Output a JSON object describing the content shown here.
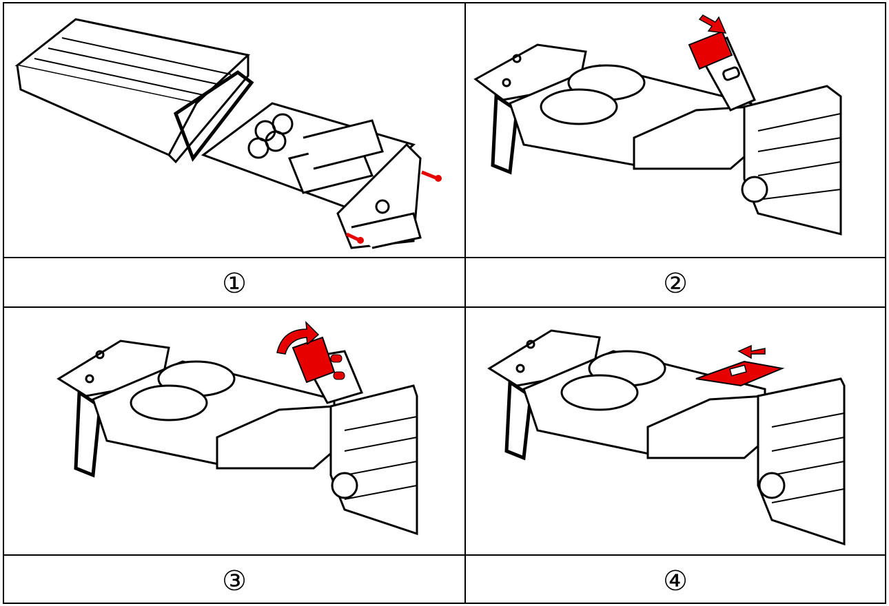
{
  "steps": [
    {
      "label": "①",
      "action": "remove-screws"
    },
    {
      "label": "②",
      "action": "slide-sim-holder-unlock"
    },
    {
      "label": "③",
      "action": "lift-sim-holder"
    },
    {
      "label": "④",
      "action": "close-and-lock-sim-holder"
    }
  ],
  "colors": {
    "line": "#000000",
    "highlight": "#e60000",
    "background": "#ffffff"
  }
}
